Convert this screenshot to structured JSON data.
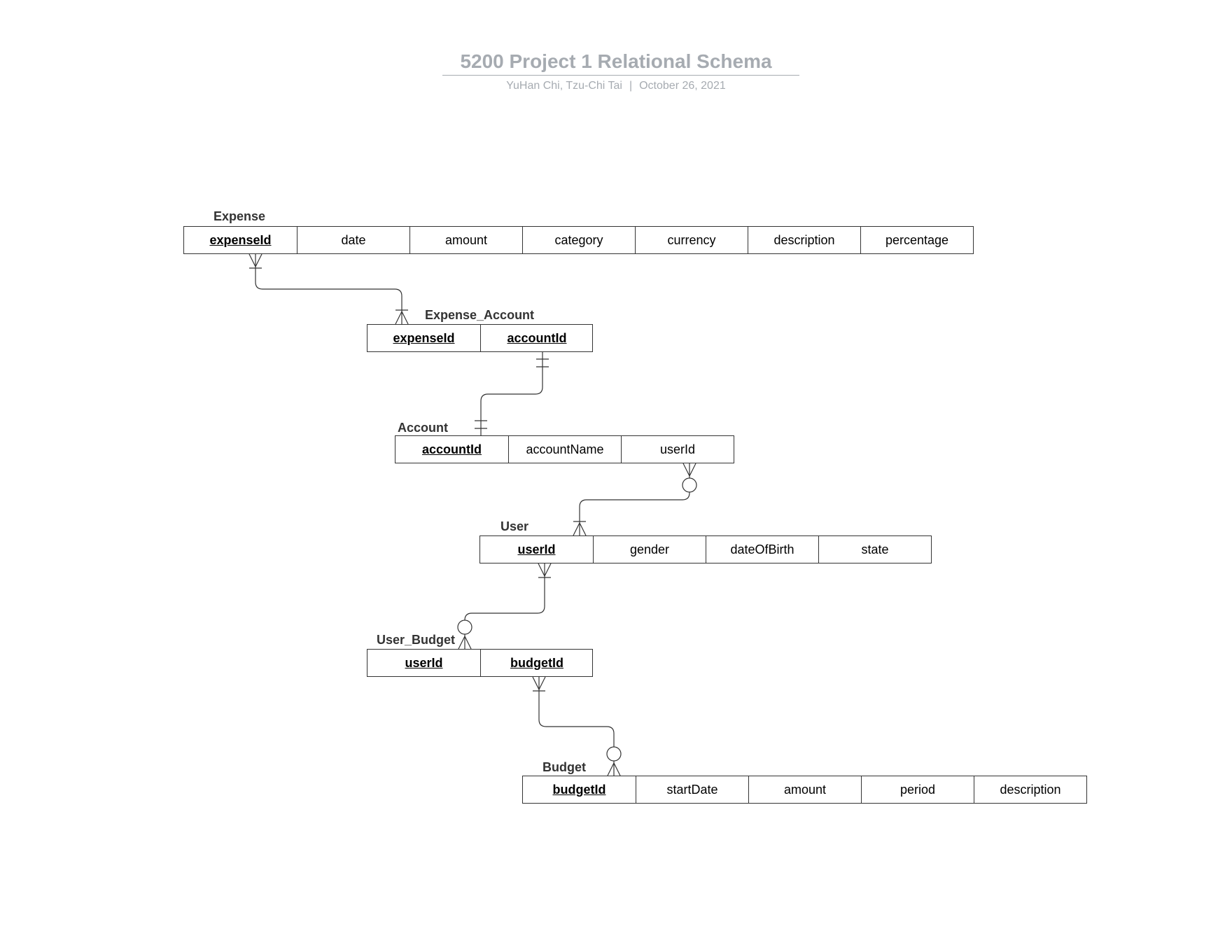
{
  "header": {
    "title": "5200 Project 1 Relational Schema",
    "authors": "YuHan Chi, Tzu-Chi Tai",
    "date": "October 26, 2021"
  },
  "entities": [
    {
      "name": "Expense",
      "attributes": [
        {
          "name": "expenseId",
          "pk": true
        },
        {
          "name": "date"
        },
        {
          "name": "amount"
        },
        {
          "name": "category"
        },
        {
          "name": "currency"
        },
        {
          "name": "description"
        },
        {
          "name": "percentage"
        }
      ]
    },
    {
      "name": "Expense_Account",
      "attributes": [
        {
          "name": "expenseId",
          "pk": true
        },
        {
          "name": "accountId",
          "pk": true
        }
      ]
    },
    {
      "name": "Account",
      "attributes": [
        {
          "name": "accountId",
          "pk": true
        },
        {
          "name": "accountName"
        },
        {
          "name": "userId"
        }
      ]
    },
    {
      "name": "User",
      "attributes": [
        {
          "name": "userId",
          "pk": true
        },
        {
          "name": "gender"
        },
        {
          "name": "dateOfBirth"
        },
        {
          "name": "state"
        }
      ]
    },
    {
      "name": "User_Budget",
      "attributes": [
        {
          "name": "userId",
          "pk": true
        },
        {
          "name": "budgetId",
          "pk": true
        }
      ]
    },
    {
      "name": "Budget",
      "attributes": [
        {
          "name": "budgetId",
          "pk": true
        },
        {
          "name": "startDate"
        },
        {
          "name": "amount"
        },
        {
          "name": "period"
        },
        {
          "name": "description"
        }
      ]
    }
  ],
  "relationships": [
    {
      "from": "Expense",
      "to": "Expense_Account",
      "from_end": "one-or-many",
      "to_end": "one-or-many"
    },
    {
      "from": "Expense_Account",
      "to": "Account",
      "from_end": "one-and-only-one",
      "to_end": "one-and-only-one"
    },
    {
      "from": "Account",
      "to": "User",
      "from_end": "zero-or-many",
      "to_end": "one-or-many"
    },
    {
      "from": "User",
      "to": "User_Budget",
      "from_end": "one-or-many",
      "to_end": "zero-or-many"
    },
    {
      "from": "User_Budget",
      "to": "Budget",
      "from_end": "one-or-many",
      "to_end": "zero-or-many"
    }
  ]
}
